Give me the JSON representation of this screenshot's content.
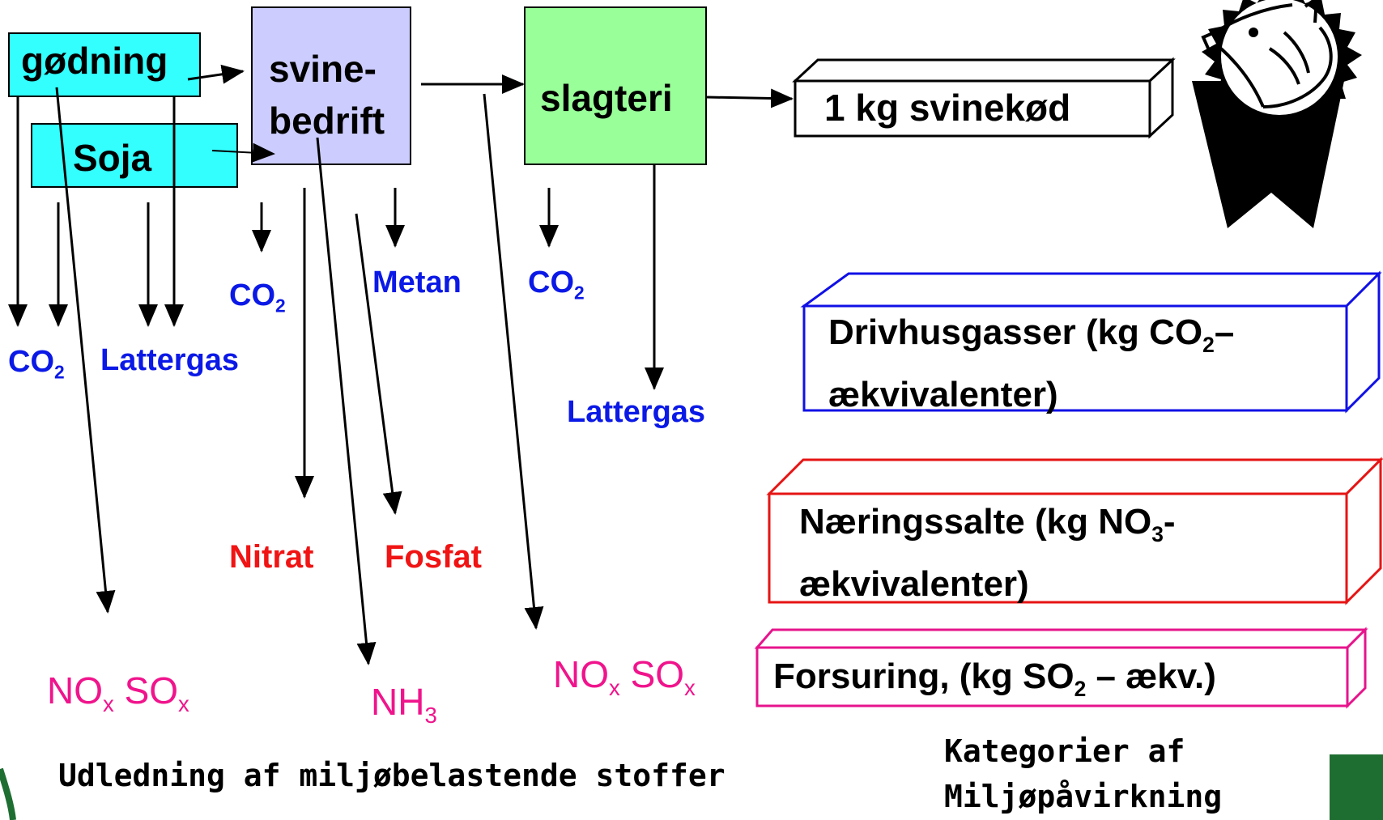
{
  "process": {
    "godning": "gødning",
    "soja": "Soja",
    "svine_line1": "svine-",
    "svine_line2": "bedrift",
    "slagteri": "slagteri",
    "product": "1 kg svinekød"
  },
  "emissions": {
    "co2": "CO",
    "co2_sub": "2",
    "lattergas": "Lattergas",
    "metan": "Metan",
    "nitrat": "Nitrat",
    "fosfat": "Fosfat",
    "nox": "NO",
    "x_sub": "x",
    "sox": "SO",
    "nh": "NH",
    "nh_sub": "3"
  },
  "categories": {
    "drivhus_line1a": "Drivhusgasser (kg CO",
    "drivhus_sub": "2",
    "drivhus_line1b": "–",
    "drivhus_line2": "ækvivalenter)",
    "naering_line1a": "Næringssalte (kg NO",
    "naering_sub": "3",
    "naering_line1b": "-",
    "naering_line2": "ækvivalenter)",
    "forsuring_a": "Forsuring, (kg SO",
    "forsuring_sub": "2",
    "forsuring_b": " – ækv.)"
  },
  "captions": {
    "emissions_caption": "Udledning af miljøbelastende stoffer",
    "categories_caption_1": "Kategorier af",
    "categories_caption_2": "Miljøpåvirkning"
  },
  "colors": {
    "cyan": "#33ffff",
    "lavender": "#ccccff",
    "green": "#99ff99",
    "blue_text": "#0b19e6",
    "red_text": "#f01414",
    "pink_text": "#f0148c",
    "dark_green": "#1e6e32"
  }
}
